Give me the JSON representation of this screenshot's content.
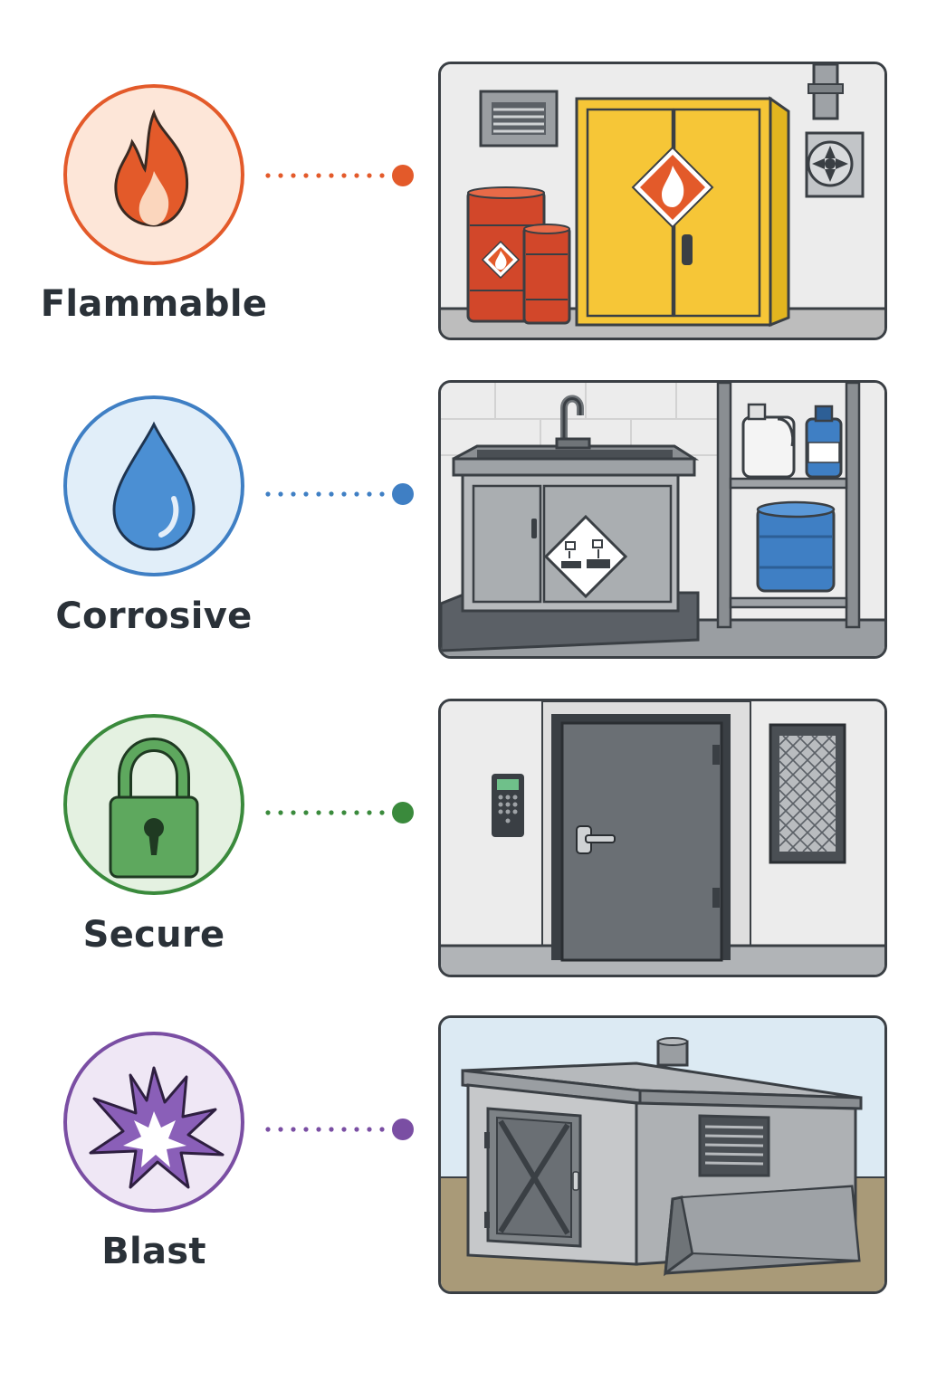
{
  "categories": [
    {
      "id": "flammable",
      "label": "Flammable",
      "color": "#e35a2a",
      "bg": "#fde6d8",
      "icon": "flame-icon"
    },
    {
      "id": "corrosive",
      "label": "Corrosive",
      "color": "#3f7fc4",
      "bg": "#e1eef9",
      "icon": "droplet-icon"
    },
    {
      "id": "secure",
      "label": "Secure",
      "color": "#3a8a3c",
      "bg": "#e4f1e1",
      "icon": "padlock-icon"
    },
    {
      "id": "blast",
      "label": "Blast",
      "color": "#7a4ea3",
      "bg": "#efe7f5",
      "icon": "explosion-icon"
    }
  ]
}
